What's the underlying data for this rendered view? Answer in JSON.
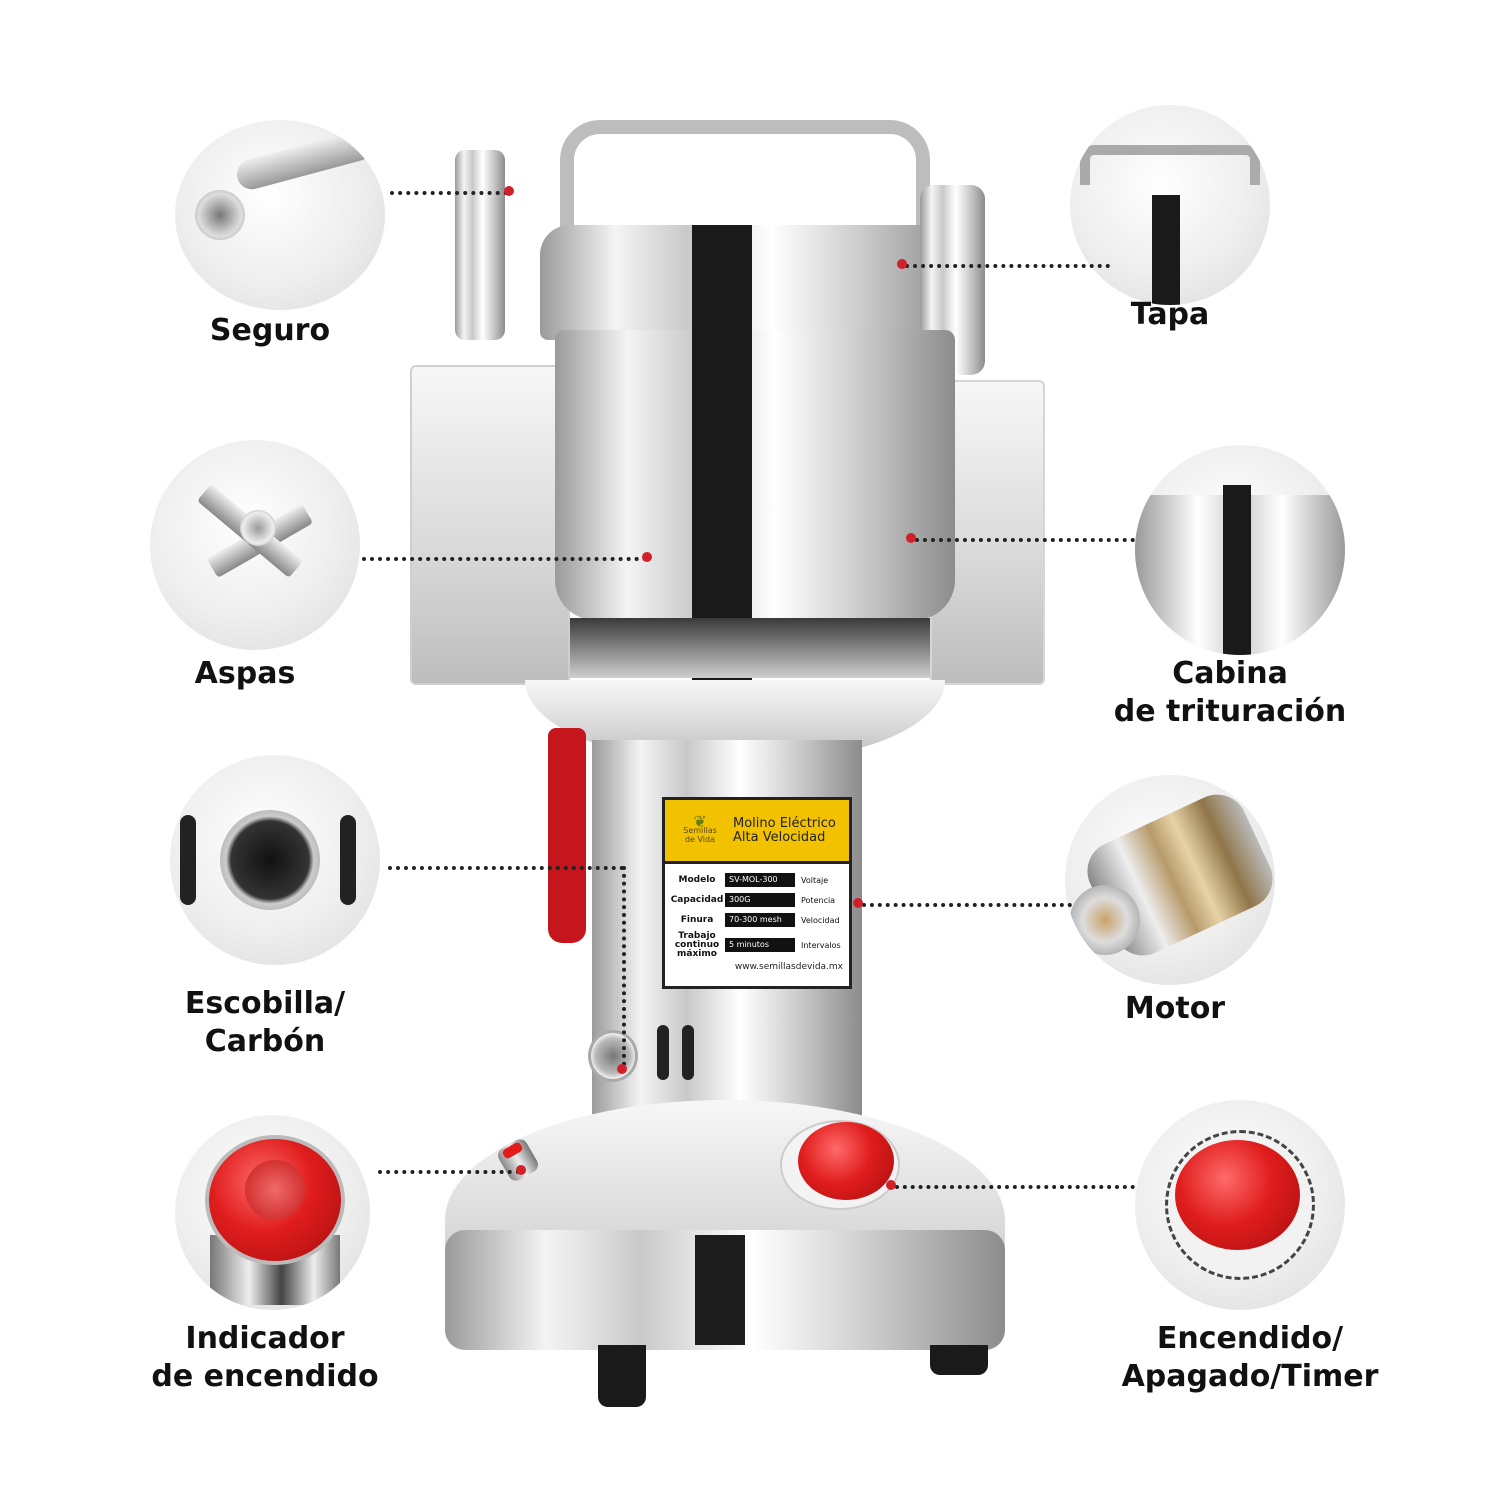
{
  "features": [
    {
      "id": "seguro",
      "label": "Seguro"
    },
    {
      "id": "tapa",
      "label": "Tapa"
    },
    {
      "id": "aspas",
      "label": "Aspas"
    },
    {
      "id": "cabina",
      "label_line1": "Cabina",
      "label_line2": "de trituración"
    },
    {
      "id": "escobilla",
      "label_line1": "Escobilla/",
      "label_line2": "Carbón"
    },
    {
      "id": "motor",
      "label": "Motor"
    },
    {
      "id": "indicador",
      "label_line1": "Indicador",
      "label_line2": "de encendido"
    },
    {
      "id": "encendido",
      "label_line1": "Encendido/",
      "label_line2": "Apagado/Timer"
    }
  ],
  "plate": {
    "brand_line1": "Semillas",
    "brand_line2": "de Vida",
    "title_line1": "Molino Eléctrico",
    "title_line2": "Alta Velocidad",
    "rows": [
      {
        "key": "Modelo",
        "value": "SV-MOL-300",
        "key2": "Voltaje"
      },
      {
        "key": "Capacidad",
        "value": "300G",
        "key2": "Potencia"
      },
      {
        "key": "Finura",
        "value": "70-300 mesh",
        "key2": "Velocidad"
      },
      {
        "key": "Trabajo continuo máximo",
        "value": "5 minutos",
        "key2": "Intervalos"
      }
    ],
    "url": "www.semillasdevida.mx"
  },
  "colors": {
    "accent_red": "#d0202a",
    "plate_yellow": "#f2c200",
    "text": "#111111"
  }
}
